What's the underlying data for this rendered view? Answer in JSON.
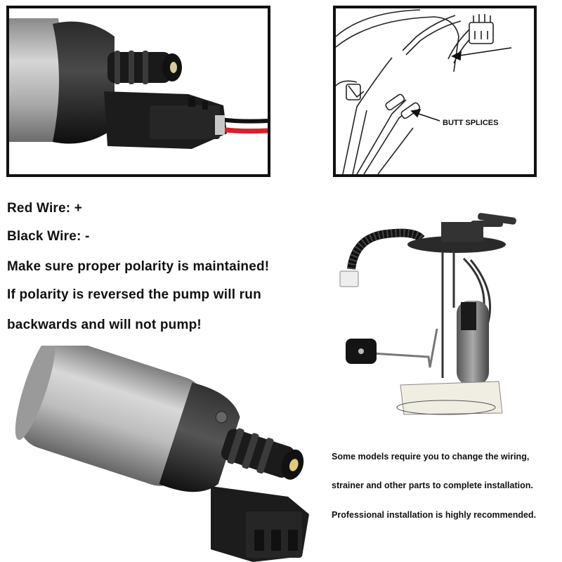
{
  "diagram": {
    "callout": "BUTT SPLICES"
  },
  "wiring": {
    "red": "Red Wire: +",
    "black": "Black Wire: -",
    "polarity": "Make sure proper polarity is maintained!",
    "reverse_1": "If polarity is reversed the pump will run",
    "reverse_2": "backwards and will not pump!"
  },
  "notes": {
    "line_1": "Some models require you to change the wiring,",
    "line_2": "strainer and other parts to complete installation.",
    "line_3": "Professional installation is highly recommended."
  },
  "colors": {
    "positive_wire": "#d8202a",
    "negative_wire": "#111111",
    "pump_body": "#b9b9b9",
    "border": "#111111"
  }
}
